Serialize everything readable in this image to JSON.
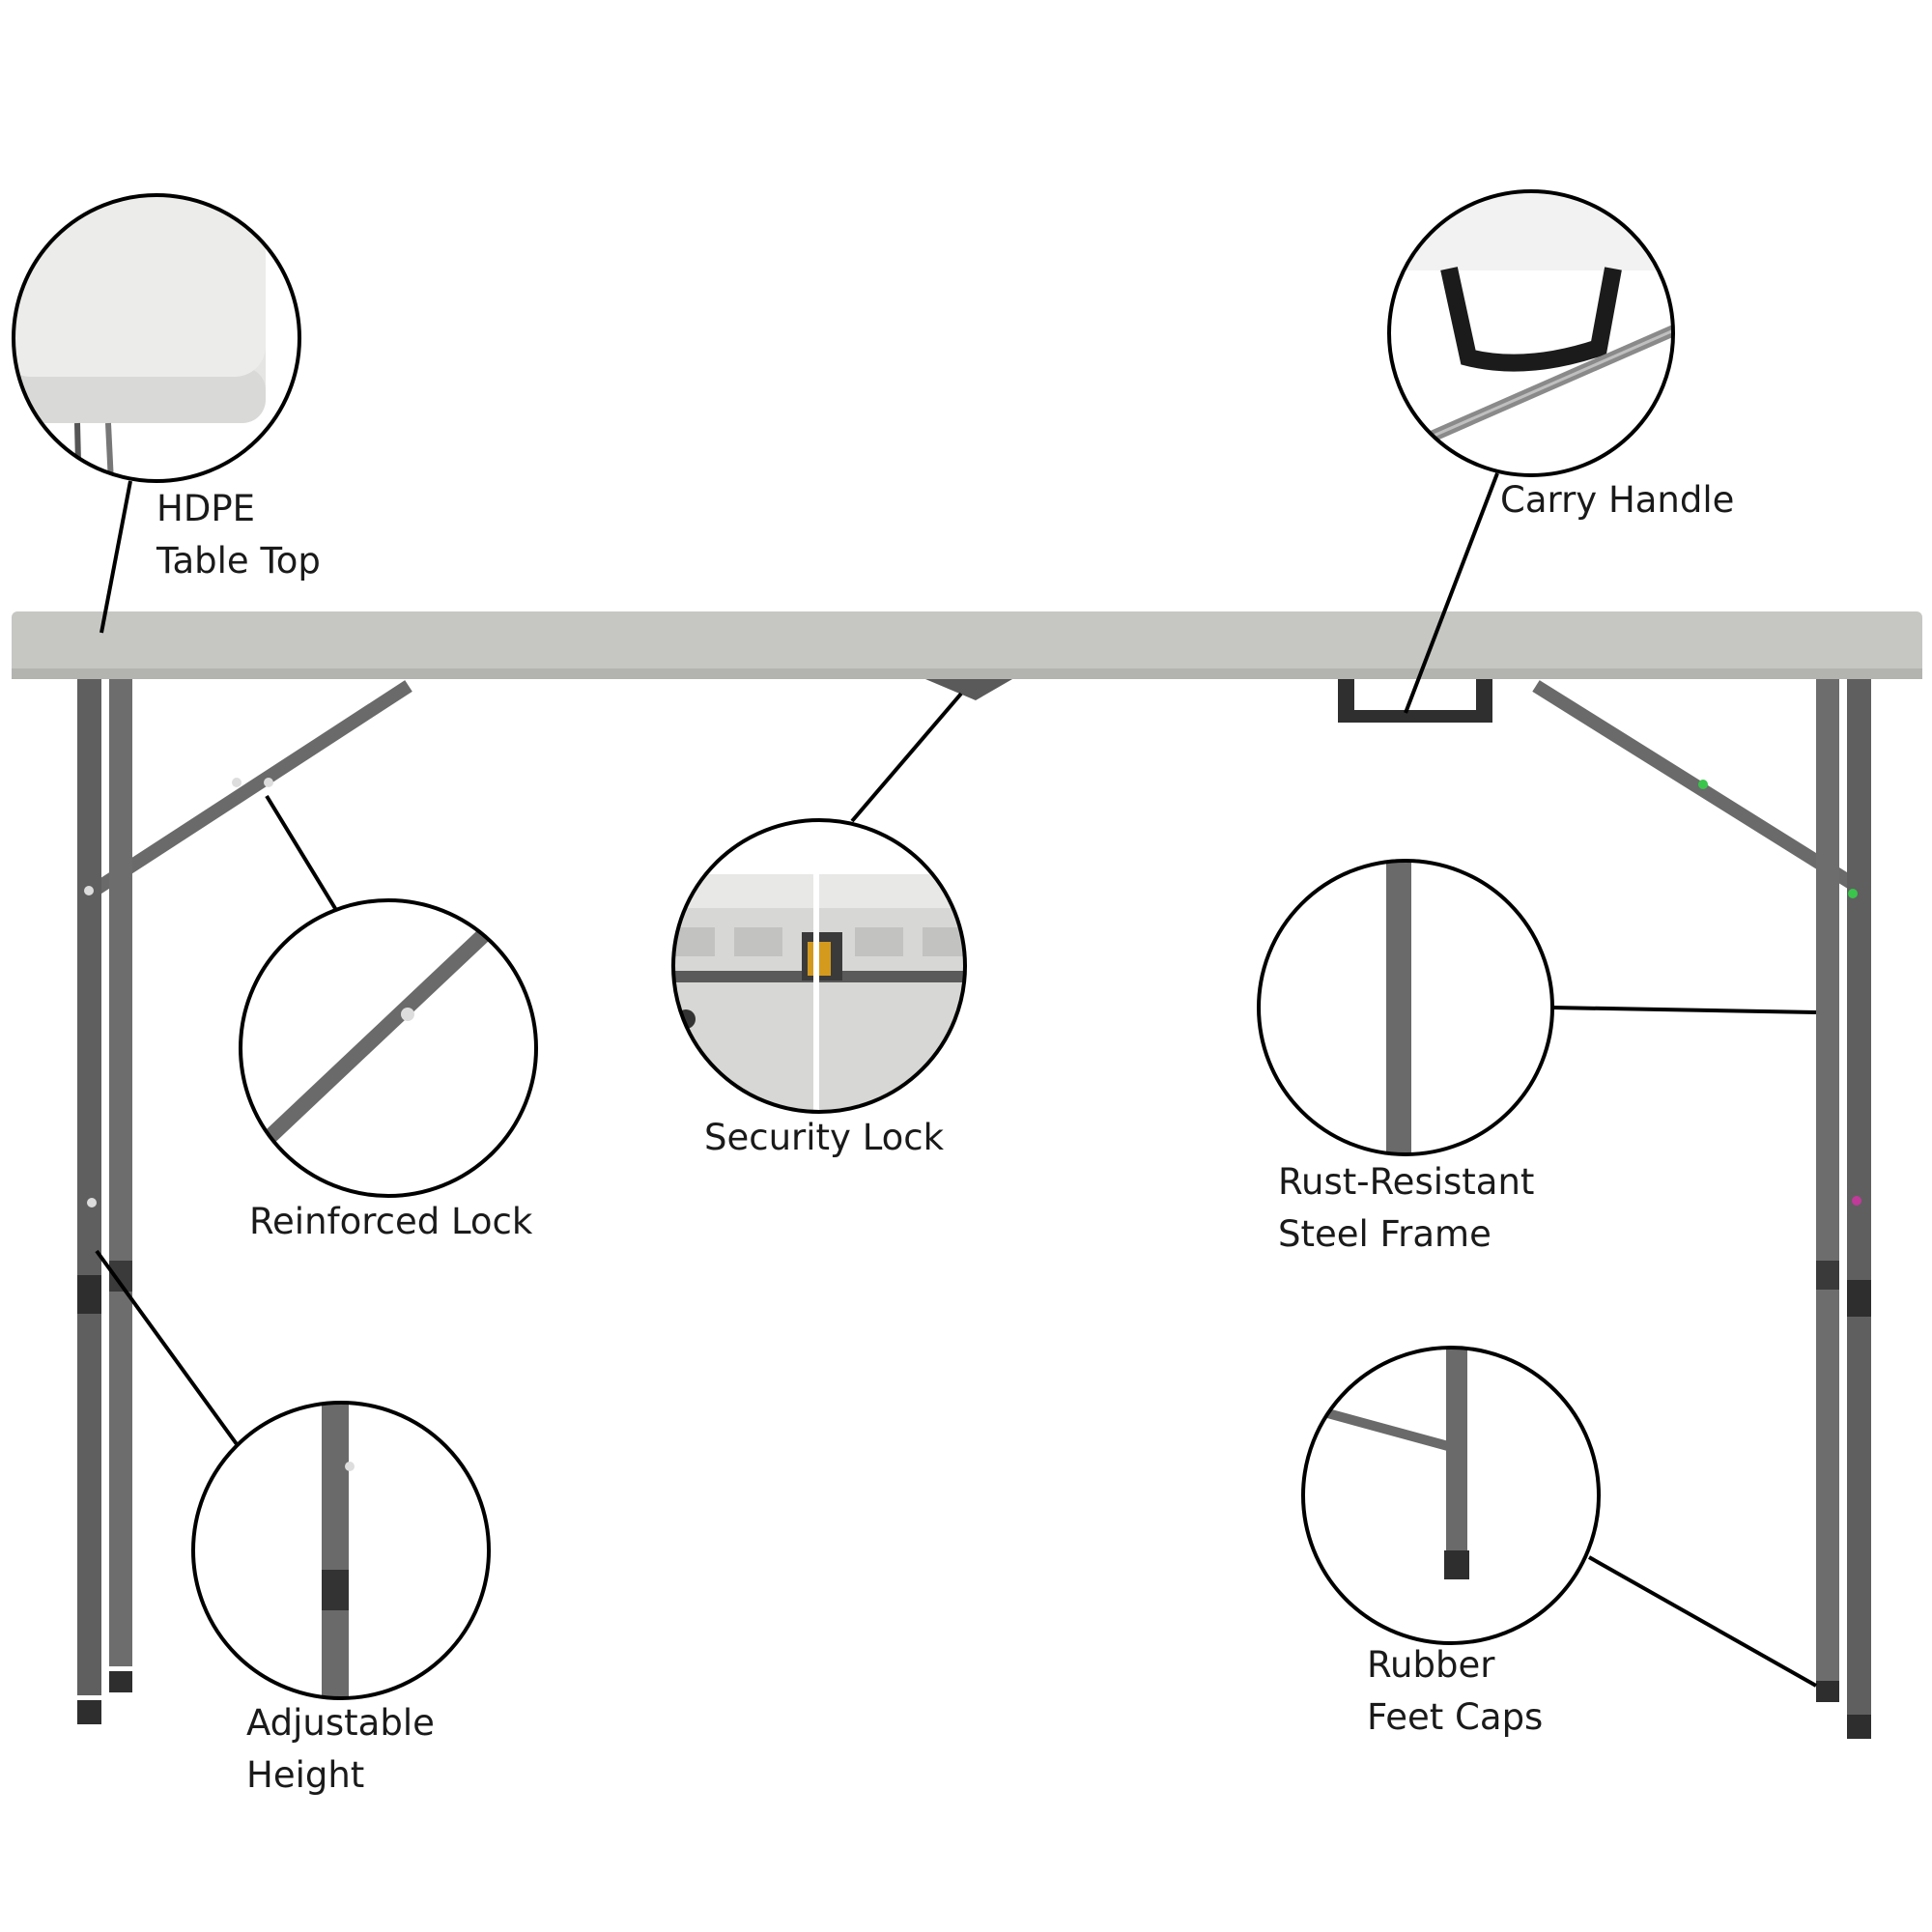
{
  "colors": {
    "table_top": "#c6c6c3",
    "frame": "#6a6a6a",
    "frame_dark": "#4d4d4d",
    "rubber_cap": "#2e2e2e",
    "callout_line": "#000000",
    "text": "#1a1a1a"
  },
  "callouts": [
    {
      "id": "hdpe-table-top",
      "lines": [
        "HDPE",
        "Table Top"
      ]
    },
    {
      "id": "carry-handle",
      "lines": [
        "Carry Handle"
      ]
    },
    {
      "id": "reinforced-lock",
      "lines": [
        "Reinforced Lock"
      ]
    },
    {
      "id": "security-lock",
      "lines": [
        "Security Lock"
      ]
    },
    {
      "id": "rust-resistant-steel-frame",
      "lines": [
        "Rust-Resistant",
        "Steel Frame"
      ]
    },
    {
      "id": "adjustable-height",
      "lines": [
        "Adjustable",
        "Height"
      ]
    },
    {
      "id": "rubber-feet-caps",
      "lines": [
        "Rubber",
        "Feet Caps"
      ]
    }
  ]
}
